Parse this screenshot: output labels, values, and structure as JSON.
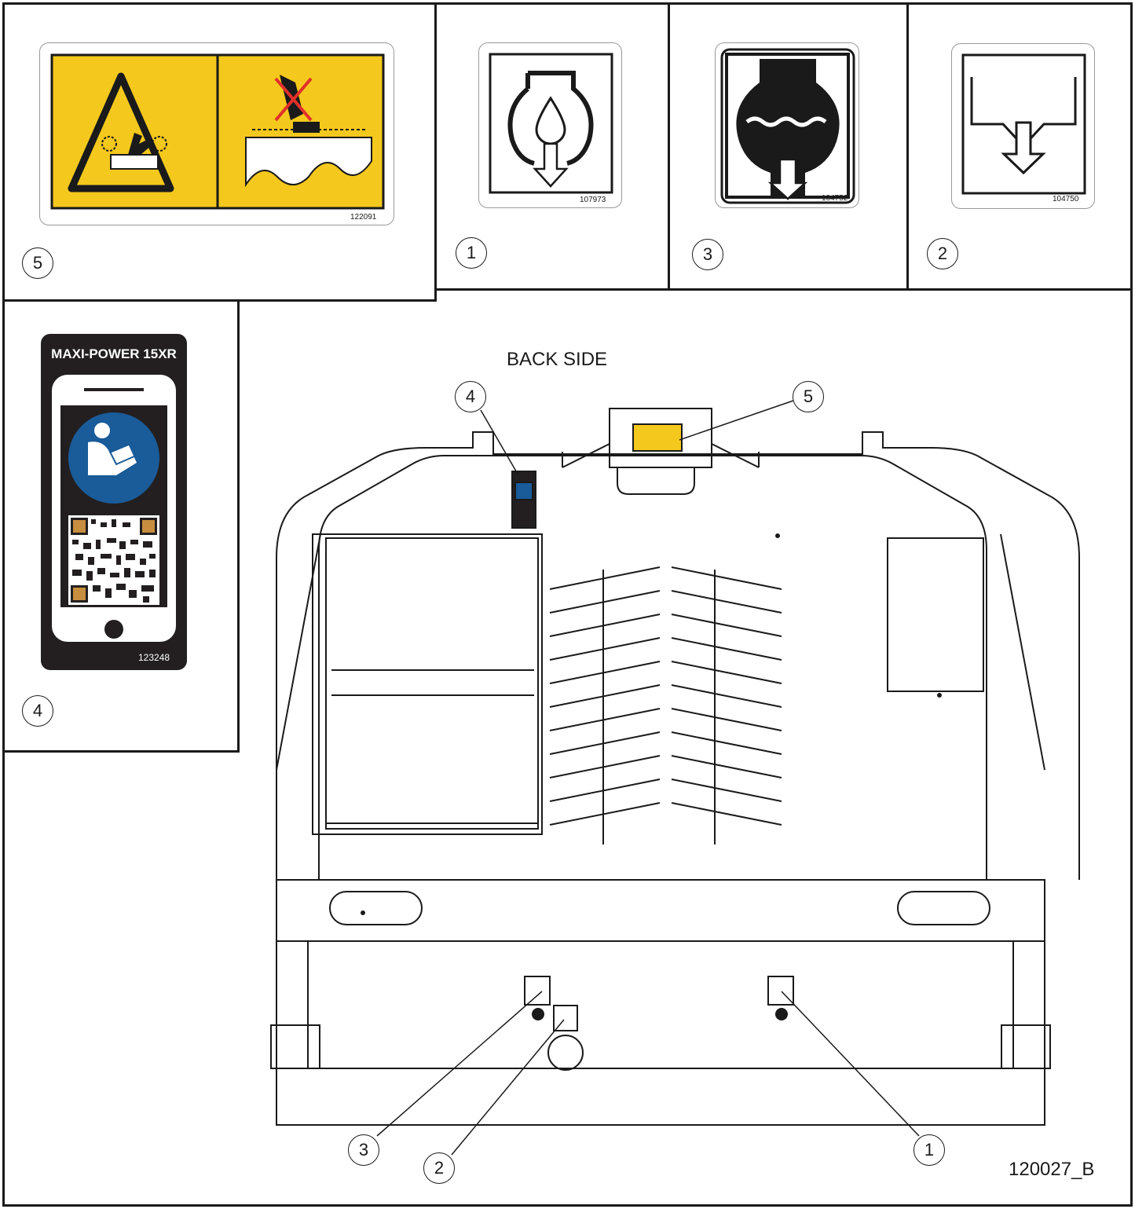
{
  "diagram_title": "BACK SIDE",
  "drawing_number": "120027_B",
  "decals": [
    {
      "callout": "5",
      "part_number": "122091",
      "icon": "crush-hazard-warning-icon",
      "color": "#f4c81c"
    },
    {
      "callout": "1",
      "part_number": "107973",
      "icon": "oil-drain-icon"
    },
    {
      "callout": "3",
      "part_number": "104752",
      "icon": "coolant-drain-icon"
    },
    {
      "callout": "2",
      "part_number": "104750",
      "icon": "fuel-drain-icon"
    },
    {
      "callout": "4",
      "part_number": "123248",
      "icon": "read-manual-qr-icon",
      "brand": "MAXI-POWER 15XR",
      "color": "#1a5b99"
    }
  ],
  "machine_callouts": [
    "4",
    "5",
    "3",
    "2",
    "1"
  ]
}
